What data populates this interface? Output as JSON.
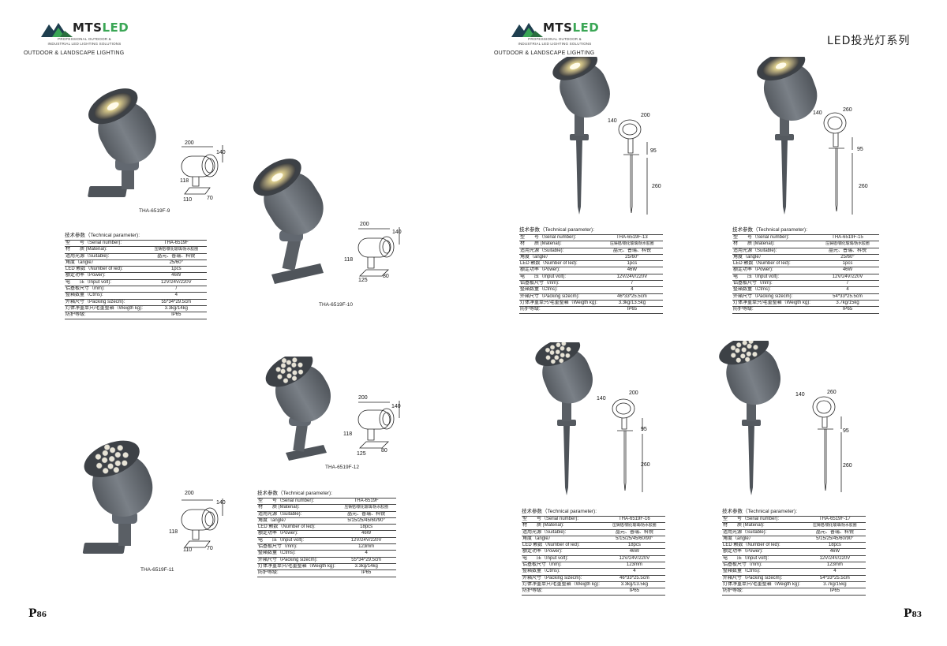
{
  "left_page": {
    "brand": {
      "name_a": "MTS",
      "name_b": "LED",
      "sub1": "PROFESSIONAL OUTDOOR &",
      "sub2": "INDUSTRIAL LED LIGHTING SOLUTIONS"
    },
    "section": "OUTDOOR & LANDSCAPE LIGHTING",
    "page_number": {
      "prefix": "P",
      "digits": "86"
    },
    "products": [
      {
        "model": "THA-6519F-9",
        "dims": [
          "200",
          "140",
          "118",
          "110",
          "70"
        ]
      },
      {
        "model": "THA-6519F-10",
        "dims": [
          "200",
          "140",
          "118",
          "125",
          "80"
        ]
      },
      {
        "model": "THA-6519F-11",
        "dims": [
          "200",
          "140",
          "118",
          "110",
          "70"
        ]
      },
      {
        "model": "THA-6519F-12",
        "dims": [
          "200",
          "140",
          "118",
          "125",
          "80"
        ]
      }
    ],
    "spec_tables": [
      {
        "title": "技术参数（Technical parameter):",
        "rows": [
          {
            "k": "型　　号（Serial number):",
            "v": "THA-6519F"
          },
          {
            "k": "材　　质 (Material):",
            "v": "压铸铝/钢化玻璃/防水胶圈"
          },
          {
            "k": "适用光源（Suitable):",
            "v": "晶元、普瑞、科锐"
          },
          {
            "k": "角度（angle）",
            "v": "25/60°"
          },
          {
            "k": "LED 颗数（Number of led):",
            "v": "1pcs"
          },
          {
            "k": "额定功率（Power):",
            "v": "46W"
          },
          {
            "k": "电　　压（Input volt):",
            "v": "12V/24V/220V"
          },
          {
            "k": "铝基板尺寸（mm):",
            "v": "/"
          },
          {
            "k": "整箱数量（Ctms):",
            "v": "4"
          },
          {
            "k": "外箱尺寸（Packing sizecm):",
            "v": "55*34*29.5cm"
          },
          {
            "k": "灯体净重单只/毛重整箱（Weigth kg):",
            "v": "3.3kg/14kg"
          },
          {
            "k": "防护等级:",
            "v": "IP65"
          }
        ]
      },
      {
        "title": "技术参数（Technical parameter):",
        "rows": [
          {
            "k": "型　　号（Serial number):",
            "v": "THA-6519F"
          },
          {
            "k": "材　　质 (Material):",
            "v": "压铸铝/钢化玻璃/防水胶圈"
          },
          {
            "k": "适用光源（Suitable):",
            "v": "晶元、普瑞、科锐"
          },
          {
            "k": "角度（angle）",
            "v": "5/15/25/45/60/90°"
          },
          {
            "k": "LED 颗数（Number of led):",
            "v": "18pcs"
          },
          {
            "k": "额定功率（Power):",
            "v": "46W"
          },
          {
            "k": "电　　压（Input volt):",
            "v": "12V/24V/220V"
          },
          {
            "k": "铝基板尺寸（mm):",
            "v": "123mm"
          },
          {
            "k": "整箱数量（Ctms):",
            "v": "4"
          },
          {
            "k": "外箱尺寸（Packing sizecm):",
            "v": "55*34*29.5cm"
          },
          {
            "k": "灯体净重单只/毛重整箱（Weigth kg):",
            "v": "3.3kg/14kg"
          },
          {
            "k": "防护等级:",
            "v": "IP65"
          }
        ]
      }
    ]
  },
  "right_page": {
    "brand": {
      "name_a": "MTS",
      "name_b": "LED",
      "sub1": "PROFESSIONAL OUTDOOR &",
      "sub2": "INDUSTRIAL LED LIGHTING SOLUTIONS"
    },
    "section": "OUTDOOR & LANDSCAPE LIGHTING",
    "series_title": "LED投光灯系列",
    "page_number": {
      "prefix": "P",
      "digits": "83"
    },
    "products": [
      {
        "model": "THA-6519F-13",
        "dims": [
          "140",
          "200",
          "95",
          "260"
        ]
      },
      {
        "model": "THA-6519F-15",
        "dims": [
          "140",
          "260",
          "95",
          "260"
        ]
      },
      {
        "model": "THA-6519F-16",
        "dims": [
          "140",
          "200",
          "95",
          "260"
        ]
      },
      {
        "model": "THA-6519F-17",
        "dims": [
          "140",
          "260",
          "95",
          "260"
        ]
      }
    ],
    "spec_tables": [
      {
        "title": "技术参数（Technical parameter):",
        "rows": [
          {
            "k": "型　　号（Serial number):",
            "v": "THA-6519F-13"
          },
          {
            "k": "材　　质 (Material):",
            "v": "压铸铝/钢化玻璃/防水胶圈"
          },
          {
            "k": "适用光源（Suitable):",
            "v": "晶元、普瑞、科锐"
          },
          {
            "k": "角度（angle）",
            "v": "25/60°"
          },
          {
            "k": "LED 颗数（Number of led):",
            "v": "1pcs"
          },
          {
            "k": "额定功率（Power):",
            "v": "46W"
          },
          {
            "k": "电　　压（Input volt):",
            "v": "12V/24V/220V"
          },
          {
            "k": "铝基板尺寸（mm):",
            "v": "/"
          },
          {
            "k": "整箱数量（Ctms):",
            "v": "4"
          },
          {
            "k": "外箱尺寸（Packing sizecm):",
            "v": "46*33*25.5cm"
          },
          {
            "k": "灯体净重单只/毛重整箱（Weigth kg):",
            "v": "3.3kg/13.5kg"
          },
          {
            "k": "防护等级:",
            "v": "IP65"
          }
        ]
      },
      {
        "title": "技术参数（Technical parameter):",
        "rows": [
          {
            "k": "型　　号（Serial number):",
            "v": "THA-6519F-15"
          },
          {
            "k": "材　　质 (Material):",
            "v": "压铸铝/钢化玻璃/防水胶圈"
          },
          {
            "k": "适用光源（Suitable):",
            "v": "晶元、普瑞、科锐"
          },
          {
            "k": "角度（angle）",
            "v": "25/60°"
          },
          {
            "k": "LED 颗数（Number of led):",
            "v": "1pcs"
          },
          {
            "k": "额定功率（Power):",
            "v": "46W"
          },
          {
            "k": "电　　压（Input volt):",
            "v": "12V/24V/220V"
          },
          {
            "k": "铝基板尺寸（mm):",
            "v": "/"
          },
          {
            "k": "整箱数量（Ctms):",
            "v": "4"
          },
          {
            "k": "外箱尺寸（Packing sizecm):",
            "v": "54*33*25.5cm"
          },
          {
            "k": "灯体净重单只/毛重整箱（Weigth kg):",
            "v": "3.7kg/15kg"
          },
          {
            "k": "防护等级:",
            "v": "IP65"
          }
        ]
      },
      {
        "title": "技术参数（Technical parameter):",
        "rows": [
          {
            "k": "型　　号（Serial number):",
            "v": "THA-6519F-16"
          },
          {
            "k": "材　　质 (Material):",
            "v": "压铸铝/钢化玻璃/防水胶圈"
          },
          {
            "k": "适用光源（Suitable):",
            "v": "晶元、普瑞、科锐"
          },
          {
            "k": "角度（angle）",
            "v": "5/15/25/45/60/90°"
          },
          {
            "k": "LED 颗数（Number of led):",
            "v": "18pcs"
          },
          {
            "k": "额定功率（Power):",
            "v": "46W"
          },
          {
            "k": "电　　压（Input volt):",
            "v": "12V/24V/220V"
          },
          {
            "k": "铝基板尺寸（mm):",
            "v": "123mm"
          },
          {
            "k": "整箱数量（Ctms):",
            "v": "4"
          },
          {
            "k": "外箱尺寸（Packing sizecm):",
            "v": "46*33*25.5cm"
          },
          {
            "k": "灯体净重单只/毛重整箱（Weigth kg):",
            "v": "3.3kg/13.5kg"
          },
          {
            "k": "防护等级:",
            "v": "IP65"
          }
        ]
      },
      {
        "title": "技术参数（Technical parameter):",
        "rows": [
          {
            "k": "型　　号（Serial number):",
            "v": "THA-6519F-17"
          },
          {
            "k": "材　　质 (Material):",
            "v": "压铸铝/钢化玻璃/防水胶圈"
          },
          {
            "k": "适用光源（Suitable):",
            "v": "晶元、普瑞、科锐"
          },
          {
            "k": "角度（angle）",
            "v": "5/15/25/45/60/90°"
          },
          {
            "k": "LED 颗数（Number of led):",
            "v": "18pcs"
          },
          {
            "k": "额定功率（Power):",
            "v": "46W"
          },
          {
            "k": "电　　压（Input volt):",
            "v": "12V/24V/220V"
          },
          {
            "k": "铝基板尺寸（mm):",
            "v": "123mm"
          },
          {
            "k": "整箱数量（Ctms):",
            "v": "4"
          },
          {
            "k": "外箱尺寸（Packing sizecm):",
            "v": "54*33*25.5cm"
          },
          {
            "k": "灯体净重单只/毛重整箱（Weigth kg):",
            "v": "3.7kg/15kg"
          },
          {
            "k": "防护等级:",
            "v": "IP65"
          }
        ]
      }
    ]
  },
  "colors": {
    "fixture_body": "#6b7178",
    "fixture_dark": "#4a4f55",
    "brand_green": "#3aa655",
    "brand_dark": "#1f3f4f"
  }
}
